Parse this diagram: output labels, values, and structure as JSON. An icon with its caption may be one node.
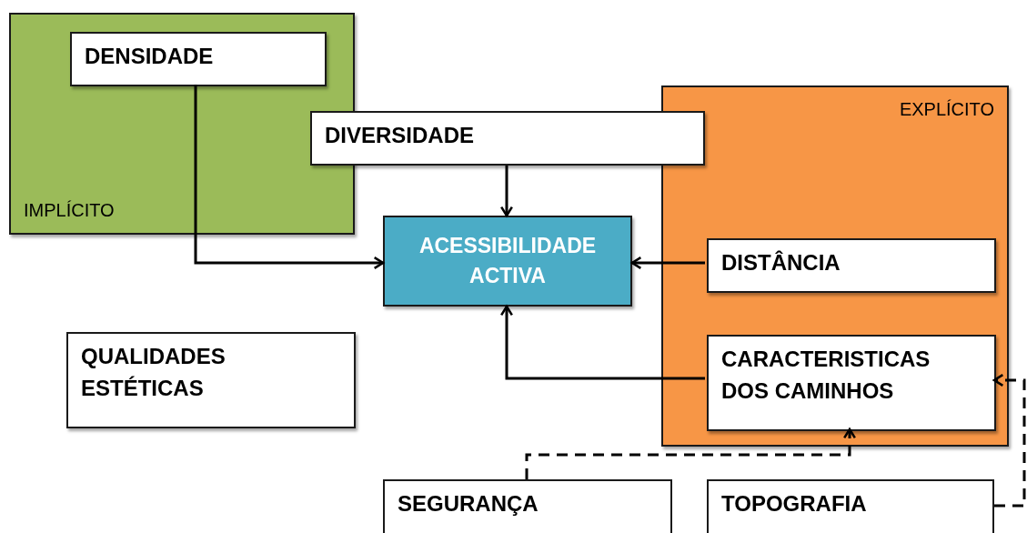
{
  "diagram": {
    "nodes": [
      {
        "text": [
          "IMPLÍCITO"
        ]
      },
      {
        "text": [
          "DENSIDADE"
        ],
        "in": 0
      },
      {
        "text": [
          "DIVERSIDADE"
        ]
      },
      {
        "text": [
          "EXPLÍCITO"
        ]
      },
      {
        "text": [
          "ACESSIBILIDADE ACTIVA"
        ]
      },
      {
        "text": [
          "DISTÂNCIA"
        ],
        "in": 3
      },
      {
        "text": [
          "CARACTERISTICAS DOS CAMINHOS"
        ],
        "in": 3
      },
      {
        "text": [
          "QUALIDADES ESTÉTICAS"
        ]
      },
      {
        "text": [
          "SEGURANÇA"
        ]
      },
      {
        "text": [
          "TOPOGRAFIA"
        ]
      }
    ],
    "edges": [
      {
        "from": 1,
        "to": 4,
        "arrow": "to"
      },
      {
        "from": 2,
        "to": 4,
        "arrow": "to"
      },
      {
        "from": 5,
        "to": 4,
        "arrow": "to"
      },
      {
        "from": 6,
        "to": 4,
        "arrow": "to"
      },
      {
        "from": 8,
        "to": 6,
        "arrow": "to",
        "style": "dashed"
      },
      {
        "from": 9,
        "to": 6,
        "arrow": "to",
        "style": "dashed"
      }
    ]
  }
}
